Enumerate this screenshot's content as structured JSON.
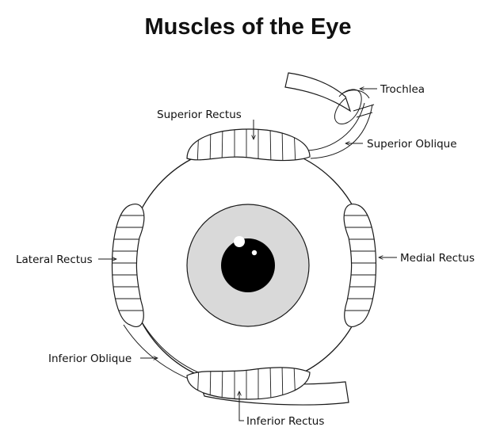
{
  "title": "Muscles of the Eye",
  "labels": {
    "trochlea": "Trochlea",
    "superior_rectus": "Superior Rectus",
    "superior_oblique": "Superior Oblique",
    "lateral_rectus": "Lateral Rectus",
    "medial_rectus": "Medial Rectus",
    "inferior_oblique": "Inferior Oblique",
    "inferior_rectus": "Inferior Rectus"
  },
  "colors": {
    "line": "#1a1a1a",
    "iris": "#d9d9d9",
    "pupil": "#000000",
    "highlight": "#ffffff",
    "background": "#ffffff"
  }
}
